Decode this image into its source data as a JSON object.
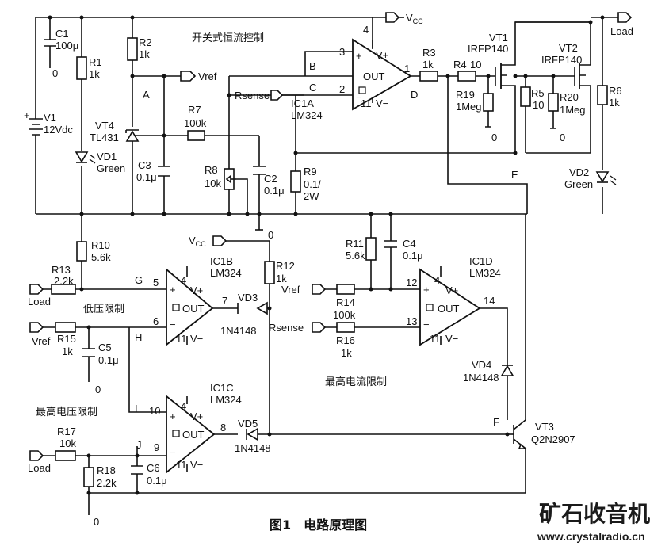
{
  "title_switch": "开关式恒流控制",
  "title_low_voltage": "低压限制",
  "title_max_current": "最高电流限制",
  "title_max_voltage": "最高电压限制",
  "caption": "图1　电路原理图",
  "watermark_cn": "矿石收音机",
  "watermark_url": "www.crystalradio.cn",
  "vcc": "V",
  "vcc_sub": "CC",
  "nets": {
    "load": "Load",
    "vref": "Vref",
    "rsense": "Rsense",
    "zero": "0"
  },
  "nodes": {
    "A": "A",
    "B": "B",
    "C": "C",
    "D": "D",
    "E": "E",
    "F": "F",
    "G": "G",
    "H": "H",
    "I": "I",
    "J": "J"
  },
  "opamp": {
    "out": "OUT",
    "vplus": "V+",
    "vminus": "V−",
    "plus": "+",
    "minus": "−"
  },
  "ic1a": {
    "name": "IC1A",
    "part": "LM324",
    "pin_plus": "3",
    "pin_minus": "2",
    "pin_out": "1",
    "pin_vp": "4",
    "pin_vm": "11"
  },
  "ic1b": {
    "name": "IC1B",
    "part": "LM324",
    "pin_plus": "5",
    "pin_minus": "6",
    "pin_out": "7",
    "pin_vp": "4",
    "pin_vm": "11"
  },
  "ic1c": {
    "name": "IC1C",
    "part": "LM324",
    "pin_plus": "10",
    "pin_minus": "9",
    "pin_out": "8",
    "pin_vp": "4",
    "pin_vm": "11"
  },
  "ic1d": {
    "name": "IC1D",
    "part": "LM324",
    "pin_plus": "12",
    "pin_minus": "13",
    "pin_out": "14",
    "pin_vp": "4",
    "pin_vm": "11"
  },
  "components": {
    "c1": {
      "name": "C1",
      "value": "100μ"
    },
    "r1": {
      "name": "R1",
      "value": "1k"
    },
    "v1": {
      "name": "V1",
      "value": "12Vdc",
      "plus": "+"
    },
    "r2": {
      "name": "R2",
      "value": "1k"
    },
    "vt4": {
      "name": "VT4",
      "value": "TL431"
    },
    "vd1": {
      "name": "VD1",
      "value": "Green"
    },
    "r7": {
      "name": "R7",
      "value": "100k"
    },
    "c3": {
      "name": "C3",
      "value": "0.1μ"
    },
    "r8": {
      "name": "R8",
      "value": "10k"
    },
    "c2": {
      "name": "C2",
      "value": "0.1μ"
    },
    "r9": {
      "name": "R9",
      "value": "0.1/",
      "value2": "2W"
    },
    "r3": {
      "name": "R3",
      "value": "1k"
    },
    "r4": {
      "name": "R4",
      "value": "10"
    },
    "r19": {
      "name": "R19",
      "value": "1Meg"
    },
    "vt1": {
      "name": "VT1",
      "value": "IRFP140"
    },
    "vt2": {
      "name": "VT2",
      "value": "IRFP140"
    },
    "r5": {
      "name": "R5",
      "value": "10"
    },
    "r20": {
      "name": "R20",
      "value": "1Meg"
    },
    "r6": {
      "name": "R6",
      "value": "1k"
    },
    "vd2": {
      "name": "VD2",
      "value": "Green"
    },
    "r10": {
      "name": "R10",
      "value": "5.6k"
    },
    "r13": {
      "name": "R13",
      "value": "2.2k"
    },
    "r15": {
      "name": "R15",
      "value": "1k"
    },
    "c5": {
      "name": "C5",
      "value": "0.1μ"
    },
    "r12": {
      "name": "R12",
      "value": "1k"
    },
    "vd3": {
      "name": "VD3",
      "value": "1N4148"
    },
    "r11": {
      "name": "R11",
      "value": "5.6k"
    },
    "c4": {
      "name": "C4",
      "value": "0.1μ"
    },
    "r14": {
      "name": "R14",
      "value": "100k"
    },
    "r16": {
      "name": "R16",
      "value": "1k"
    },
    "vd4": {
      "name": "VD4",
      "value": "1N4148"
    },
    "vd5": {
      "name": "VD5",
      "value": "1N4148"
    },
    "vt3": {
      "name": "VT3",
      "value": "Q2N2907"
    },
    "r17": {
      "name": "R17",
      "value": "10k"
    },
    "r18": {
      "name": "R18",
      "value": "2.2k"
    },
    "c6": {
      "name": "C6",
      "value": "0.1μ"
    }
  }
}
